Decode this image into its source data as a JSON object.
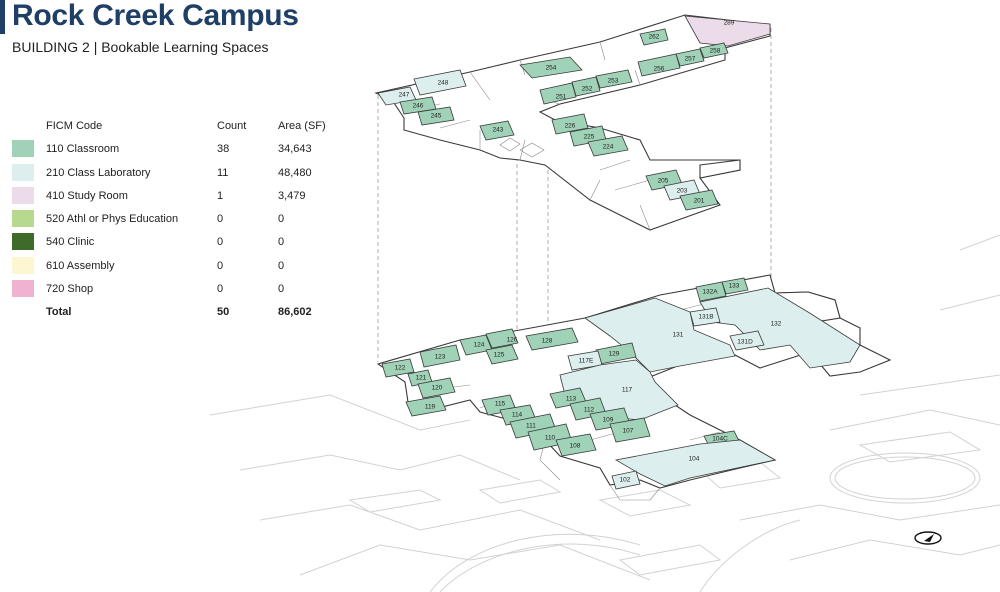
{
  "header": {
    "title": "Rock Creek Campus",
    "subtitle": "BUILDING 2  |  Bookable Learning Spaces",
    "accent_color": "#1f3f66"
  },
  "legend": {
    "col_code": "FICM Code",
    "col_count": "Count",
    "col_area": "Area (SF)",
    "rows": [
      {
        "code": "110 Classroom",
        "count": "38",
        "area": "34,643",
        "color": "#9fd2b7"
      },
      {
        "code": "210 Class Laboratory",
        "count": "11",
        "area": "48,480",
        "color": "#dcefee"
      },
      {
        "code": "410 Study Room",
        "count": "1",
        "area": "3,479",
        "color": "#ecdbe8"
      },
      {
        "code": "520 Athl or Phys Education",
        "count": "0",
        "area": "0",
        "color": "#b7d98f"
      },
      {
        "code": "540 Clinic",
        "count": "0",
        "area": "0",
        "color": "#3e6b2a"
      },
      {
        "code": "610 Assembly",
        "count": "0",
        "area": "0",
        "color": "#fdf6d2"
      },
      {
        "code": "720 Shop",
        "count": "0",
        "area": "0",
        "color": "#f1b2d2"
      }
    ],
    "total": {
      "label": "Total",
      "count": "50",
      "area": "86,602"
    }
  },
  "floor2_rooms": [
    {
      "id": "289",
      "type": "study"
    },
    {
      "id": "262",
      "type": "classroom"
    },
    {
      "id": "258",
      "type": "classroom"
    },
    {
      "id": "257",
      "type": "classroom"
    },
    {
      "id": "256",
      "type": "classroom"
    },
    {
      "id": "254",
      "type": "classroom"
    },
    {
      "id": "253",
      "type": "classroom"
    },
    {
      "id": "252",
      "type": "classroom"
    },
    {
      "id": "251",
      "type": "classroom"
    },
    {
      "id": "248",
      "type": "lab"
    },
    {
      "id": "247",
      "type": "lab"
    },
    {
      "id": "246",
      "type": "classroom"
    },
    {
      "id": "245",
      "type": "classroom"
    },
    {
      "id": "243",
      "type": "classroom"
    },
    {
      "id": "226",
      "type": "classroom"
    },
    {
      "id": "225",
      "type": "classroom"
    },
    {
      "id": "224",
      "type": "classroom"
    },
    {
      "id": "205",
      "type": "classroom"
    },
    {
      "id": "203",
      "type": "lab"
    },
    {
      "id": "201",
      "type": "classroom"
    }
  ],
  "floor1_rooms": [
    {
      "id": "133",
      "type": "classroom"
    },
    {
      "id": "132A",
      "type": "classroom"
    },
    {
      "id": "132",
      "type": "lab"
    },
    {
      "id": "131B",
      "type": "lab"
    },
    {
      "id": "131",
      "type": "lab"
    },
    {
      "id": "131D",
      "type": "lab"
    },
    {
      "id": "128",
      "type": "classroom"
    },
    {
      "id": "126",
      "type": "classroom"
    },
    {
      "id": "124",
      "type": "classroom"
    },
    {
      "id": "125",
      "type": "classroom"
    },
    {
      "id": "123",
      "type": "classroom"
    },
    {
      "id": "122",
      "type": "classroom"
    },
    {
      "id": "121",
      "type": "classroom"
    },
    {
      "id": "120",
      "type": "classroom"
    },
    {
      "id": "119",
      "type": "classroom"
    },
    {
      "id": "129",
      "type": "classroom"
    },
    {
      "id": "117E",
      "type": "lab"
    },
    {
      "id": "117",
      "type": "lab"
    },
    {
      "id": "115",
      "type": "classroom"
    },
    {
      "id": "114",
      "type": "classroom"
    },
    {
      "id": "113",
      "type": "classroom"
    },
    {
      "id": "112",
      "type": "classroom"
    },
    {
      "id": "111",
      "type": "classroom"
    },
    {
      "id": "110",
      "type": "classroom"
    },
    {
      "id": "109",
      "type": "classroom"
    },
    {
      "id": "108",
      "type": "classroom"
    },
    {
      "id": "107",
      "type": "classroom"
    },
    {
      "id": "104C",
      "type": "classroom"
    },
    {
      "id": "104",
      "type": "lab"
    },
    {
      "id": "102",
      "type": "lab"
    }
  ],
  "icons": {
    "north_arrow": "north-arrow-icon"
  }
}
